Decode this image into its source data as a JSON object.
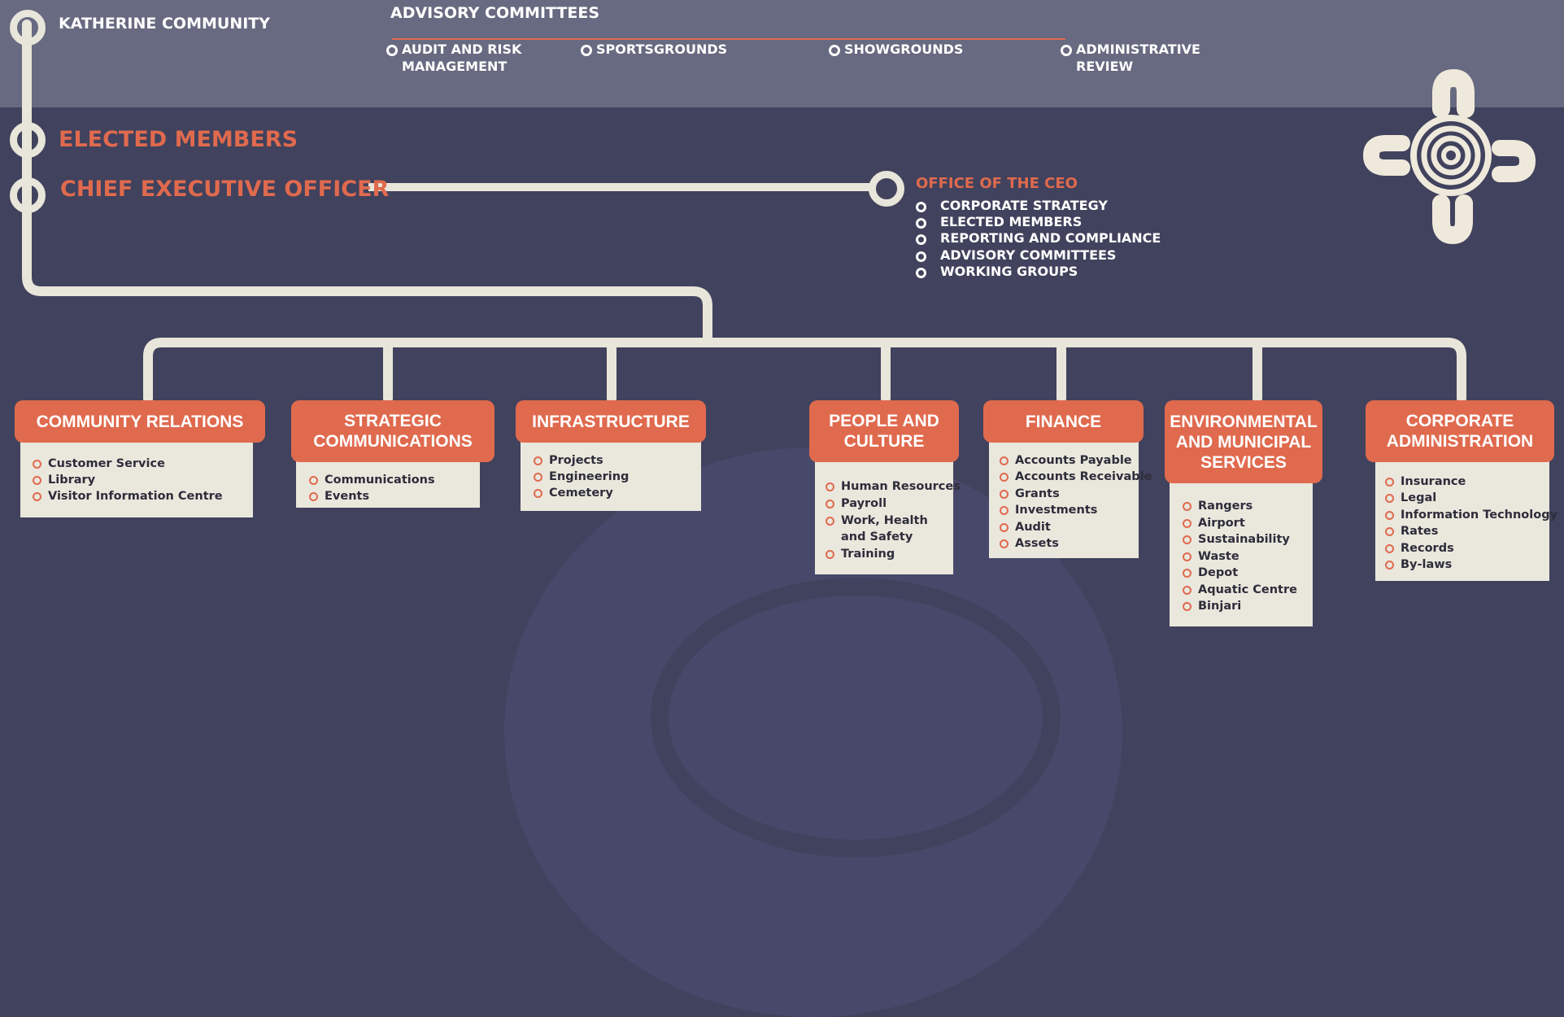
{
  "colors": {
    "background": "#41425d",
    "top_band": "#676a80",
    "accent": "#e06a4e",
    "line": "#e8e5da",
    "card": "#eae7dd"
  },
  "katherine": "KATHERINE COMMUNITY",
  "advisory": {
    "title": "ADVISORY COMMITTEES",
    "items": [
      {
        "line1": "AUDIT AND RISK",
        "line2": "MANAGEMENT"
      },
      {
        "line1": "SPORTSGROUNDS",
        "line2": ""
      },
      {
        "line1": "SHOWGROUNDS",
        "line2": ""
      },
      {
        "line1": "ADMINISTRATIVE",
        "line2": "REVIEW"
      }
    ]
  },
  "elected_members": "ELECTED MEMBERS",
  "ceo": "CHIEF EXECUTIVE OFFICER",
  "office": {
    "title": "OFFICE OF THE CEO",
    "items": [
      "CORPORATE STRATEGY",
      "ELECTED MEMBERS",
      "REPORTING AND COMPLIANCE",
      "ADVISORY COMMITTEES",
      "WORKING GROUPS"
    ]
  },
  "logo_icon": "aboriginal-concentric-circle-symbol",
  "departments": [
    {
      "title": "COMMUNITY RELATIONS",
      "items": [
        "Customer Service",
        "Library",
        "Visitor Information Centre"
      ]
    },
    {
      "title": "STRATEGIC COMMUNICATIONS",
      "items": [
        "Communications",
        "Events"
      ]
    },
    {
      "title": "INFRASTRUCTURE",
      "items": [
        "Projects",
        "Engineering",
        "Cemetery"
      ]
    },
    {
      "title": "PEOPLE AND CULTURE",
      "items": [
        "Human Resources",
        "Payroll",
        "Work, Health",
        "and Safety",
        "Training"
      ]
    },
    {
      "title": "FINANCE",
      "items": [
        "Accounts Payable",
        "Accounts Receivable",
        "Grants",
        "Investments",
        "Audit",
        "Assets"
      ]
    },
    {
      "title": "ENVIRONMENTAL AND MUNICIPAL SERVICES",
      "items": [
        "Rangers",
        "Airport",
        "Sustainability",
        "Waste",
        "Depot",
        "Aquatic Centre",
        "Binjari"
      ]
    },
    {
      "title": "CORPORATE ADMINISTRATION",
      "items": [
        "Insurance",
        "Legal",
        "Information Technology",
        "Rates",
        "Records",
        "By-laws"
      ]
    }
  ]
}
